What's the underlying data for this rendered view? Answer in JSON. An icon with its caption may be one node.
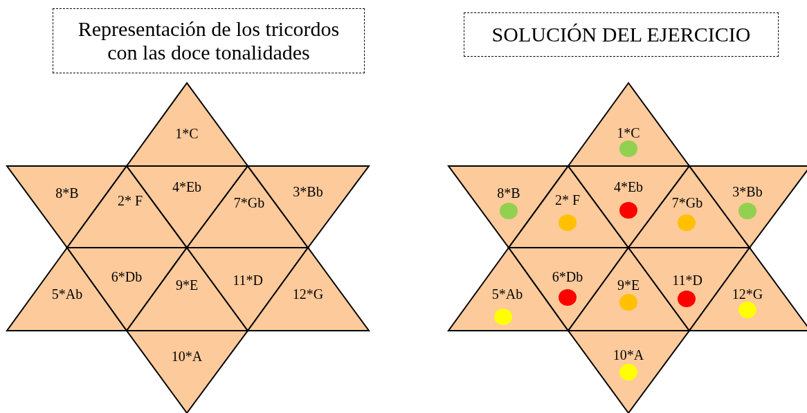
{
  "diagram": {
    "nodes": [
      {
        "text": [
          "Representación de los tricordos con las doce tonalidades"
        ]
      },
      {
        "text": [
          "SOLUCIÓN DEL EJERCICIO"
        ]
      },
      {
        "text": [
          "1*C"
        ]
      },
      {
        "text": [
          "8*B"
        ]
      },
      {
        "text": [
          "2* F"
        ]
      },
      {
        "text": [
          "4*Eb"
        ]
      },
      {
        "text": [
          "7*Gb"
        ]
      },
      {
        "text": [
          "3*Bb"
        ]
      },
      {
        "text": [
          "5*Ab"
        ]
      },
      {
        "text": [
          "6*Db"
        ]
      },
      {
        "text": [
          "9*E"
        ]
      },
      {
        "text": [
          "11*D"
        ]
      },
      {
        "text": [
          "12*G"
        ]
      },
      {
        "text": [
          "10*A"
        ]
      },
      {
        "text": [
          "1*C"
        ]
      },
      {
        "text": [],
        "shape": "circle",
        "in": 14
      },
      {
        "text": [
          "8*B"
        ]
      },
      {
        "text": [],
        "shape": "circle",
        "in": 16
      },
      {
        "text": [
          "2* F"
        ]
      },
      {
        "text": [],
        "shape": "circle",
        "in": 18
      },
      {
        "text": [
          "4*Eb"
        ]
      },
      {
        "text": [],
        "shape": "circle",
        "in": 20
      },
      {
        "text": [
          "7*Gb"
        ]
      },
      {
        "text": [],
        "shape": "circle",
        "in": 22
      },
      {
        "text": [
          "3*Bb"
        ]
      },
      {
        "text": [],
        "shape": "circle",
        "in": 24
      },
      {
        "text": [
          "5*Ab"
        ]
      },
      {
        "text": [],
        "shape": "circle",
        "in": 26
      },
      {
        "text": [
          "6*Db"
        ]
      },
      {
        "text": [],
        "shape": "circle",
        "in": 28
      },
      {
        "text": [
          "9*E"
        ]
      },
      {
        "text": [],
        "shape": "circle",
        "in": 30
      },
      {
        "text": [
          "11*D"
        ]
      },
      {
        "text": [],
        "shape": "circle",
        "in": 32
      },
      {
        "text": [
          "12*G"
        ]
      },
      {
        "text": [],
        "shape": "circle",
        "in": 34
      },
      {
        "text": [
          "10*A"
        ]
      },
      {
        "text": [],
        "shape": "circle",
        "in": 36
      }
    ]
  }
}
